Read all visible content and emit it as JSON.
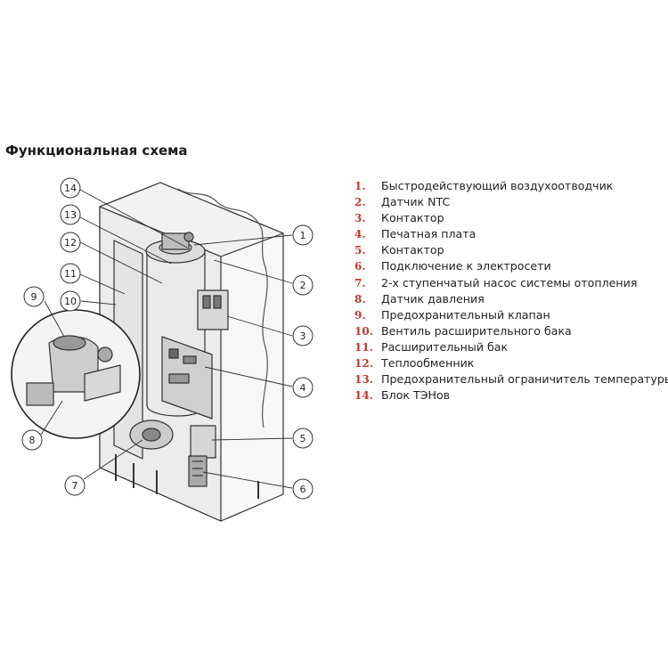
{
  "title": "Функциональная схема",
  "legend": [
    {
      "num": "1.",
      "text": "Быстродействующий воздухоотводчик"
    },
    {
      "num": "2.",
      "text": "Датчик NTC"
    },
    {
      "num": "3.",
      "text": "Контактор"
    },
    {
      "num": "4.",
      "text": "Печатная плата"
    },
    {
      "num": "5.",
      "text": "Контактор"
    },
    {
      "num": "6.",
      "text": "Подключение к электросети"
    },
    {
      "num": "7.",
      "text": "2-х ступенчатый насос системы отопления"
    },
    {
      "num": "8.",
      "text": "Датчик давления"
    },
    {
      "num": "9.",
      "text": "Предохранительный клапан"
    },
    {
      "num": "10.",
      "text": "Вентиль расширительного бака"
    },
    {
      "num": "11.",
      "text": "Расширительный бак"
    },
    {
      "num": "12.",
      "text": "Теплообменник"
    },
    {
      "num": "13.",
      "text": "Предохранительный ограничитель температуры"
    },
    {
      "num": "14.",
      "text": "Блок ТЭНов"
    }
  ],
  "callouts": [
    "1",
    "2",
    "3",
    "4",
    "5",
    "6",
    "7",
    "8",
    "9",
    "10",
    "11",
    "12",
    "13",
    "14"
  ],
  "colors": {
    "accent_number": "#c0392b",
    "line": "#333333"
  }
}
